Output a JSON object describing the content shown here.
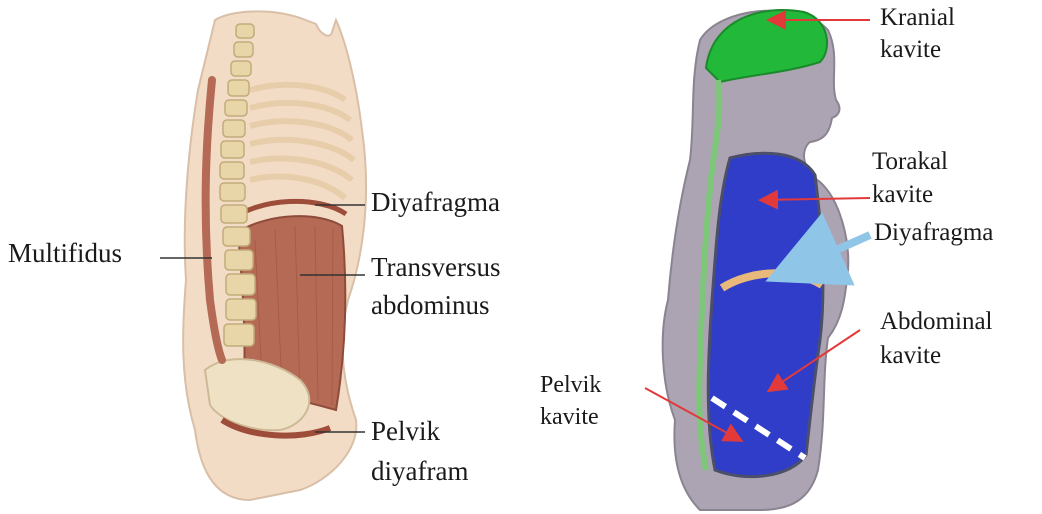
{
  "left_panel": {
    "labels": {
      "diaphragm": "Diyafragma",
      "multifidus": "Multifidus",
      "transversus_line1": "Transversus",
      "transversus_line2": "abdominus",
      "pelvic_line1": "Pelvik",
      "pelvic_line2": "diyafram"
    }
  },
  "right_panel": {
    "labels": {
      "cranial_line1": "Kranial",
      "cranial_line2": "kavite",
      "thoracic_line1": "Torakal",
      "thoracic_line2": "kavite",
      "diaphragm": "Diyafragma",
      "abdominal_line1": "Abdominal",
      "abdominal_line2": "kavite",
      "pelvic_line1": "Pelvik",
      "pelvic_line2": "kavite"
    }
  },
  "colors": {
    "body_skin": "#f3dcc6",
    "muscle": "#b56a55",
    "spine": "#e9d6a8",
    "silhouette": "#aca4b2",
    "cranial": "#22b83a",
    "trunk_cavity": "#2f3dc9",
    "diaphragm_band": "#e8b97a",
    "arrow_red": "#e23a3a",
    "arrow_blue": "#8fc6e8"
  }
}
